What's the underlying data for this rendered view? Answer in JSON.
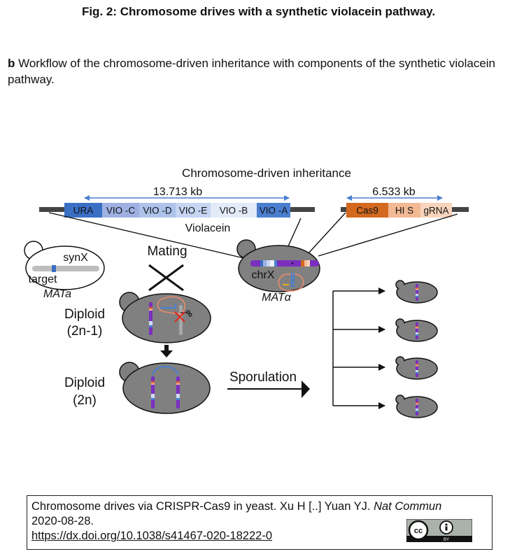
{
  "figure": {
    "title": "Fig. 2: Chromosome drives with a synthetic violacein pathway.",
    "caption_label": "b",
    "caption_text": " Workflow of the chromosome-driven inheritance with components of the synthetic violacein pathway."
  },
  "diagram": {
    "heading": "Chromosome-driven inheritance",
    "violacein_cassette": {
      "size_label": "13.713 kb",
      "name_label": "Violacein",
      "segments": [
        {
          "label": "URA",
          "color": "#3a6fc4"
        },
        {
          "label": "VIO -C",
          "color": "#9fb1e3"
        },
        {
          "label": "VIO -D",
          "color": "#aec3ea"
        },
        {
          "label": "VIO -E",
          "color": "#c5d5f2"
        },
        {
          "label": "VIO -B",
          "color": "#e3eaf8"
        },
        {
          "label": "VIO -A",
          "color": "#4a7fd0"
        }
      ]
    },
    "cas9_cassette": {
      "size_label": "6.533 kb",
      "segments": [
        {
          "label": "Cas9",
          "color": "#d2691e"
        },
        {
          "label": "HI S",
          "color": "#f3b994"
        },
        {
          "label": "gRNA",
          "color": "#f8d4bc"
        }
      ]
    },
    "haploid_target": {
      "chromosome_label": "synX",
      "target_label": "target",
      "mating_type": "MATa"
    },
    "haploid_drive": {
      "chromosome_label": "chrX",
      "mating_type": "MATα"
    },
    "mating_label": "Mating",
    "diploid_1": {
      "label_line1": "Diploid",
      "label_line2": "(2n-1)"
    },
    "diploid_2": {
      "label_line1": "Diploid",
      "label_line2": "(2n)"
    },
    "sporulation_label": "Sporulation",
    "spore_count": 4,
    "colors": {
      "cell_fill": "#808080",
      "chromosome_purple": "#7b2fbf",
      "arrow_blue": "#4a7fd0",
      "backbone": "#444444",
      "cut_red": "#e0241b",
      "plasmid_orange": "#f08a6c"
    }
  },
  "citation": {
    "text": "Chromosome drives via CRISPR-Cas9 in yeast. Xu H [..] Yuan YJ. ",
    "journal": "Nat Commun",
    "date": "2020-08-28.",
    "doi_link": "https://dx.doi.org/10.1038/s41467-020-18222-0",
    "license": "CC BY"
  }
}
